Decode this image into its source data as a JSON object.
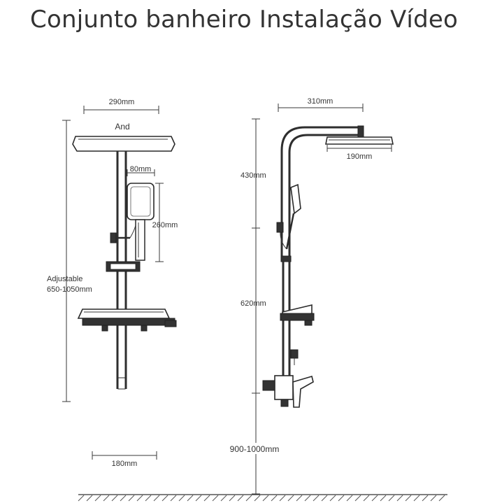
{
  "title": "Conjunto banheiro Instalação Vídeo",
  "front_view": {
    "top_width_label": "290mm",
    "head_label": "And",
    "handheld_width_label": "80mm",
    "handheld_height_label": "260mm",
    "adjustable_label_1": "Adjustable",
    "adjustable_label_2": "650-1050mm",
    "bottom_width_label": "180mm"
  },
  "side_view": {
    "arm_width_label": "310mm",
    "head_diameter_label": "190mm",
    "upper_height_label": "430mm",
    "middle_height_label": "620mm",
    "floor_height_label": "900-1000mm"
  }
}
